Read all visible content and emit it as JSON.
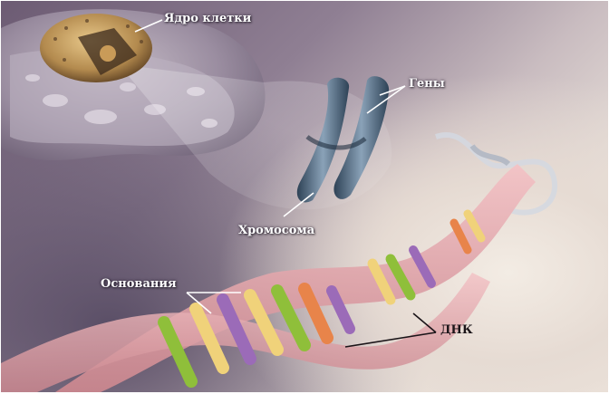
{
  "labels": {
    "nucleus": "Ядро клетки",
    "genes": "Гены",
    "chromosome": "Хромосома",
    "bases": "Основания",
    "dna": "ДНК"
  },
  "colors": {
    "label_text_light": "#ffffff",
    "label_text_dark": "#1a1418",
    "dna_backbone": "#e6a7ad",
    "base_yellow": "#f0d27a",
    "base_purple": "#9b6bb8",
    "base_orange": "#e8844a",
    "base_green": "#8fbf3a"
  }
}
